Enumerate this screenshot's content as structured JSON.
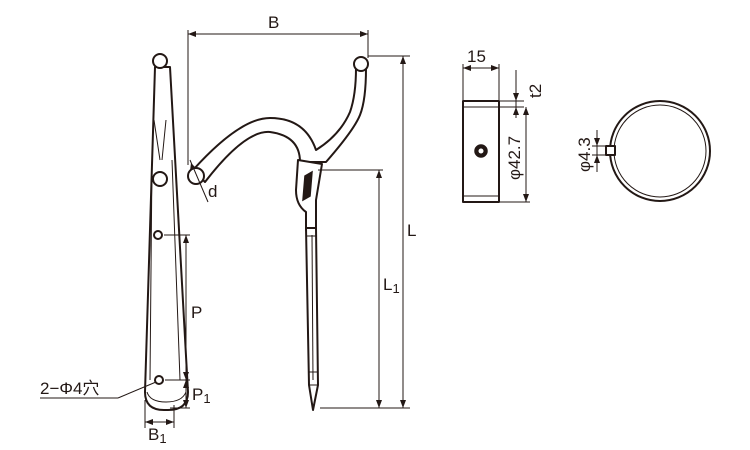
{
  "diagram": {
    "side_view": {
      "hole_note_prefix": "2−Φ4",
      "hole_note_suffix": "穴",
      "pitch_label": "P",
      "end_pitch_label": "P",
      "end_pitch_sub": "1",
      "width_label": "B",
      "width_sub": "1"
    },
    "front_view": {
      "span_label": "B",
      "ball_label": "d",
      "length_label": "L",
      "stem_length_label": "L",
      "stem_length_sub": "1"
    },
    "band_view": {
      "width_label": "15",
      "thickness_label": "t2",
      "diameter_label": "φ42.7"
    },
    "ring_view": {
      "hole_diameter_label": "φ4.3"
    }
  }
}
